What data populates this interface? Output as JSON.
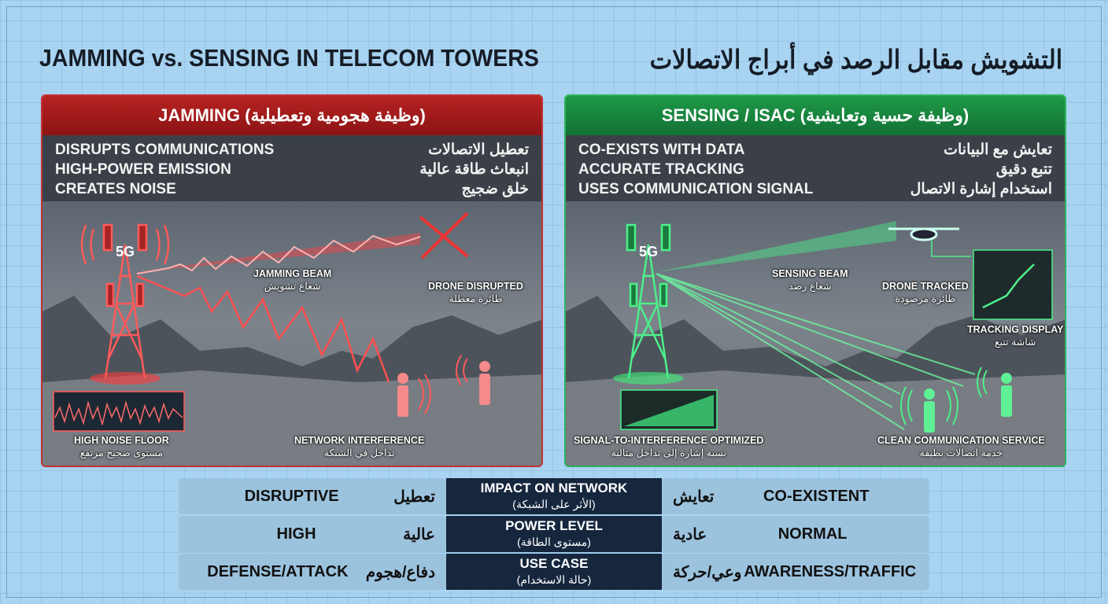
{
  "title_en": "JAMMING vs. SENSING IN TELECOM TOWERS",
  "title_ar": "التشويش مقابل الرصد في أبراج الاتصالات",
  "jamming": {
    "header": "JAMMING (وظيفة هجومية وتعطيلية)",
    "points_en": [
      "DISRUPTS COMMUNICATIONS",
      "HIGH-POWER EMISSION",
      "CREATES NOISE"
    ],
    "points_ar": [
      "تعطيل الاتصالات",
      "انبعاث طاقة عالية",
      "خلق ضجيج"
    ],
    "tower_label": "5G",
    "labels": {
      "beam": {
        "en": "JAMMING BEAM",
        "ar": "شعاع تشويش"
      },
      "drone": {
        "en": "DRONE DISRUPTED",
        "ar": "طائرة معطلة"
      },
      "noise": {
        "en": "HIGH NOISE FLOOR",
        "ar": "مستوى ضجيج مرتفع"
      },
      "interference": {
        "en": "NETWORK INTERFERENCE",
        "ar": "تداخل في الشبكة"
      }
    },
    "color": "#ff4a4a"
  },
  "sensing": {
    "header": "SENSING / ISAC (وظيفة حسية وتعايشية)",
    "points_en": [
      "CO-EXISTS WITH DATA",
      "ACCURATE TRACKING",
      "USES COMMUNICATION SIGNAL"
    ],
    "points_ar": [
      "تعايش مع البيانات",
      "تتبع دقيق",
      "استخدام إشارة الاتصال"
    ],
    "tower_label": "5G",
    "labels": {
      "beam": {
        "en": "SENSING BEAM",
        "ar": "شعاع رصد"
      },
      "drone": {
        "en": "DRONE TRACKED",
        "ar": "طائرة مرصودة"
      },
      "display": {
        "en": "TRACKING DISPLAY",
        "ar": "شاشة تتبع"
      },
      "sir": {
        "en": "SIGNAL-TO-INTERFERENCE OPTIMIZED",
        "ar": "نسبة إشارة إلى تداخل مثالية"
      },
      "service": {
        "en": "CLEAN COMMUNICATION SERVICE",
        "ar": "خدمة اتصالات نظيفة"
      }
    },
    "color": "#4cf08a"
  },
  "comparison": [
    {
      "left_en": "DISRUPTIVE",
      "left_ar": "تعطيل",
      "metric_en": "IMPACT ON NETWORK",
      "metric_ar": "(الأثر على الشبكة)",
      "right_ar": "تعايش",
      "right_en": "CO-EXISTENT"
    },
    {
      "left_en": "HIGH",
      "left_ar": "عالية",
      "metric_en": "POWER LEVEL",
      "metric_ar": "(مستوى الطاقة)",
      "right_ar": "عادية",
      "right_en": "NORMAL"
    },
    {
      "left_en": "DEFENSE/ATTACK",
      "left_ar": "دفاع/هجوم",
      "metric_en": "USE CASE",
      "metric_ar": "(حالة الاستخدام)",
      "right_ar": "وعي/حركة",
      "right_en": "AWARENESS/TRAFFIC"
    }
  ]
}
